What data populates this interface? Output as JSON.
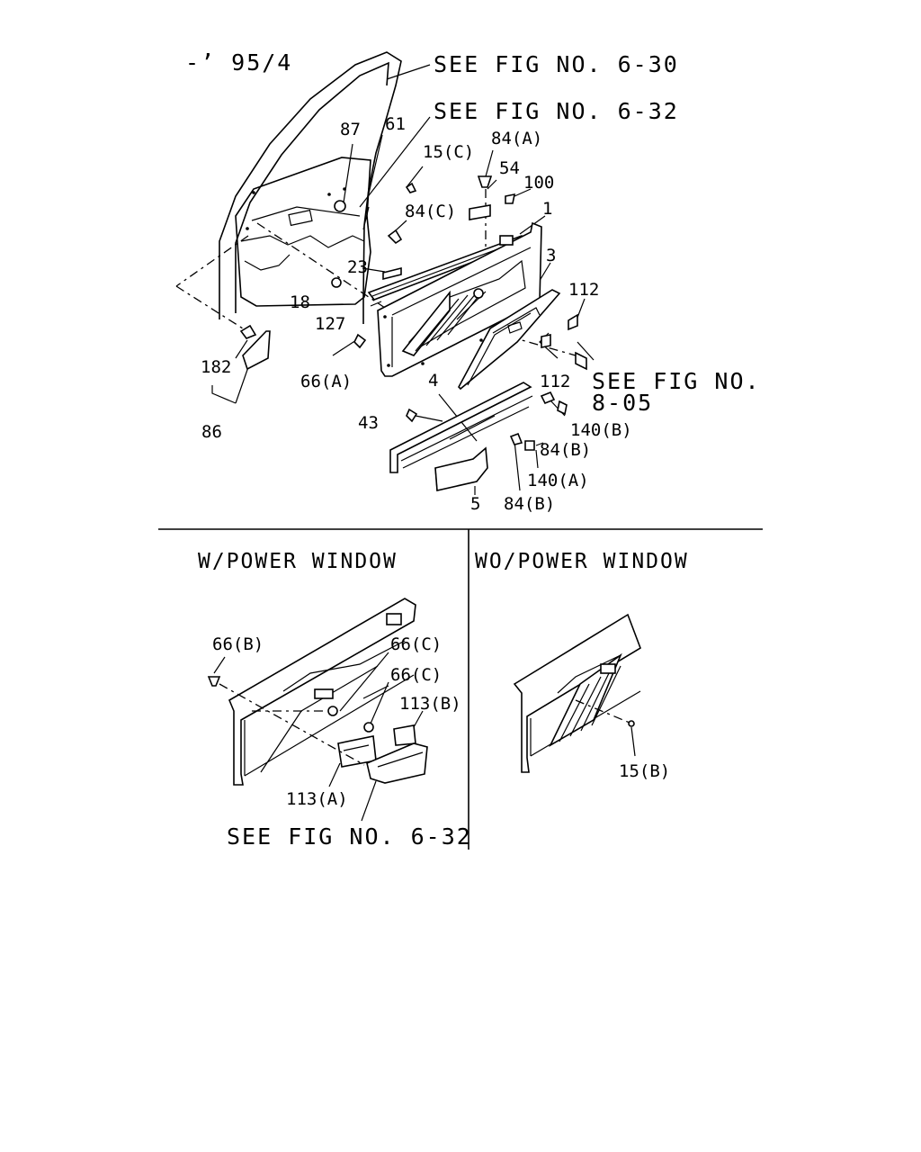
{
  "header": {
    "date_code": "-’ 95/4"
  },
  "references": {
    "fig_6_30": "SEE FIG NO. 6-30",
    "fig_6_32": "SEE FIG NO. 6-32",
    "fig_8_05_line1": "SEE FIG NO.",
    "fig_8_05_line2": "8-05",
    "fig_6_32_bottom": "SEE FIG NO. 6-32"
  },
  "callouts": {
    "p87": "87",
    "p61": "61",
    "p15c": "15(C)",
    "p84a": "84(A)",
    "p54": "54",
    "p100": "100",
    "p84c": "84(C)",
    "p1": "1",
    "p23": "23",
    "p3": "3",
    "p112_top": "112",
    "p18": "18",
    "p127": "127",
    "p182": "182",
    "p66a": "66(A)",
    "p112_bottom": "112",
    "p4": "4",
    "p43": "43",
    "p140b": "140(B)",
    "p84b_1": "84(B)",
    "p140a": "140(A)",
    "p86": "86",
    "p5": "5",
    "p84b_2": "84(B)"
  },
  "sections": {
    "left_title": "W/POWER WINDOW",
    "right_title": "WO/POWER WINDOW"
  },
  "power_window_callouts": {
    "p66b": "66(B)",
    "p66c_1": "66(C)",
    "p66c_2": "66(C)",
    "p113b": "113(B)",
    "p113a": "113(A)"
  },
  "no_power_window_callouts": {
    "p15b": "15(B)"
  }
}
